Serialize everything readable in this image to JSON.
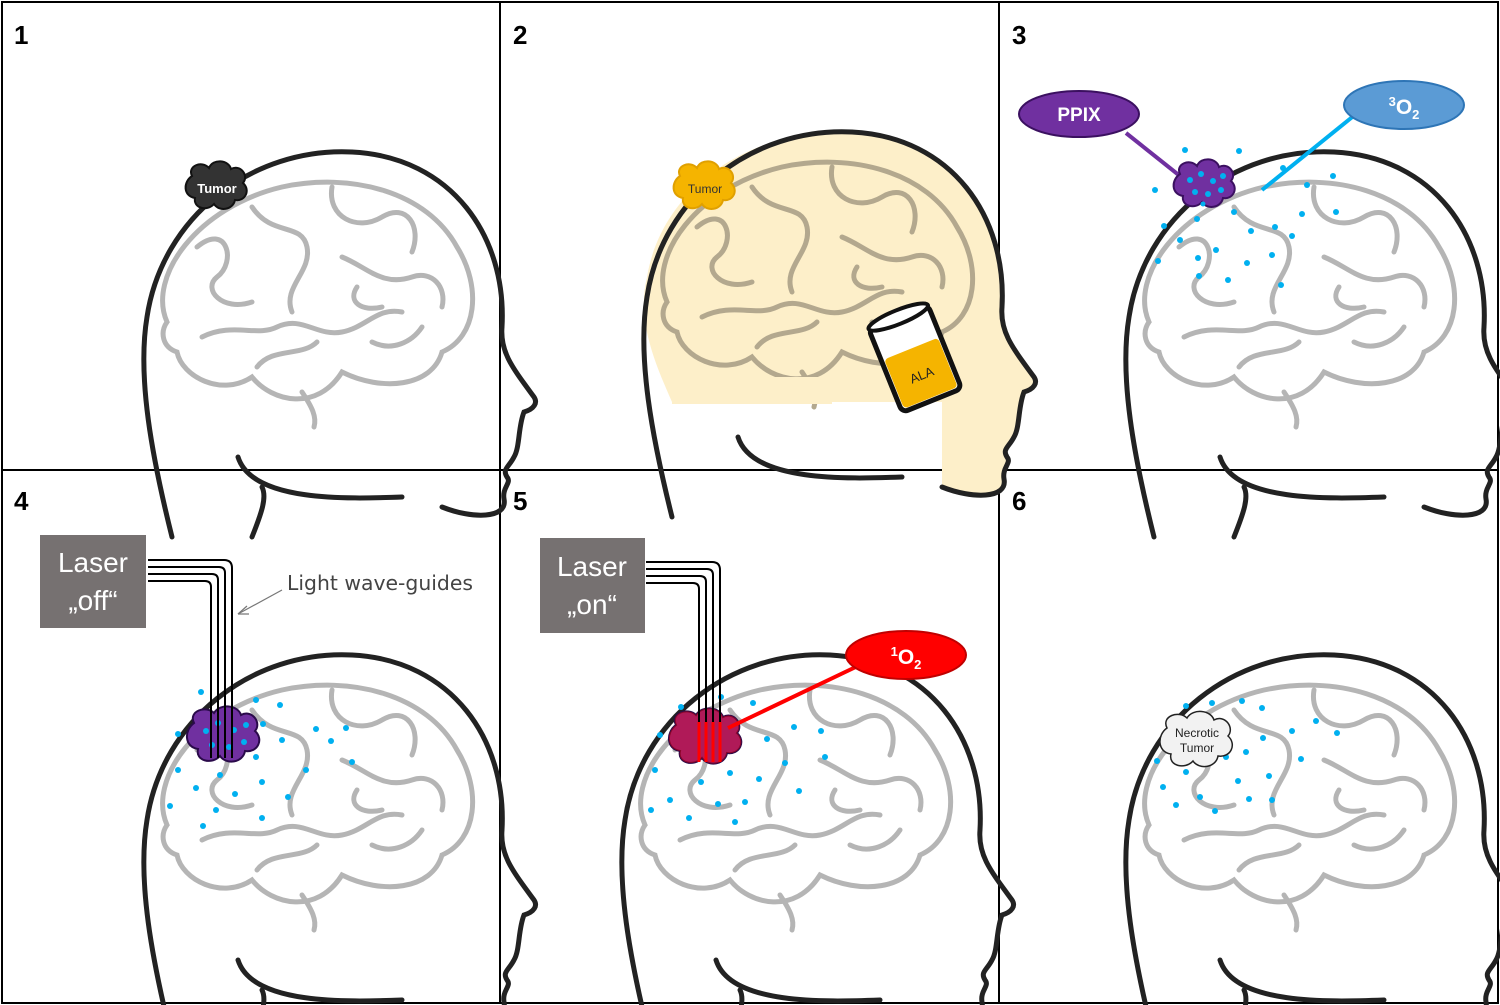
{
  "panels": [
    {
      "number": "1"
    },
    {
      "number": "2",
      "tumor_label": "Tumor",
      "glass_label": "ALA"
    },
    {
      "number": "3"
    },
    {
      "number": "4",
      "laser_line1": "Laser",
      "laser_line2": "„off“",
      "waveguide_label": "Light wave-guides"
    },
    {
      "number": "5",
      "laser_line1": "Laser",
      "laser_line2": "„on“"
    },
    {
      "number": "6",
      "necrotic_line1": "Necrotic",
      "necrotic_line2": "Tumor"
    }
  ],
  "labels": {
    "tumor": "Tumor",
    "ppix": "PPIX",
    "triplet_oxygen": {
      "superscript": "3",
      "base": "O",
      "subscript": "2"
    },
    "singlet_oxygen": {
      "superscript": "1",
      "base": "O",
      "subscript": "2"
    }
  },
  "colors": {
    "border": "#000000",
    "head_outline": "#222222",
    "brain_outline": "#b5b5b5",
    "tumor_dark": "#333333",
    "tumor_yellow": "#f5b400",
    "head_fill_tinted": "#fdefc9",
    "ppix_purple": "#7030a0",
    "oxygen_blue": "#5b9bd5",
    "oxygen_dots": "#00b0f0",
    "singlet_red": "#ff0000",
    "laser_box": "#767171",
    "ala_liquid": "#f5b400",
    "necrotic_fill": "#f2f2f2"
  }
}
